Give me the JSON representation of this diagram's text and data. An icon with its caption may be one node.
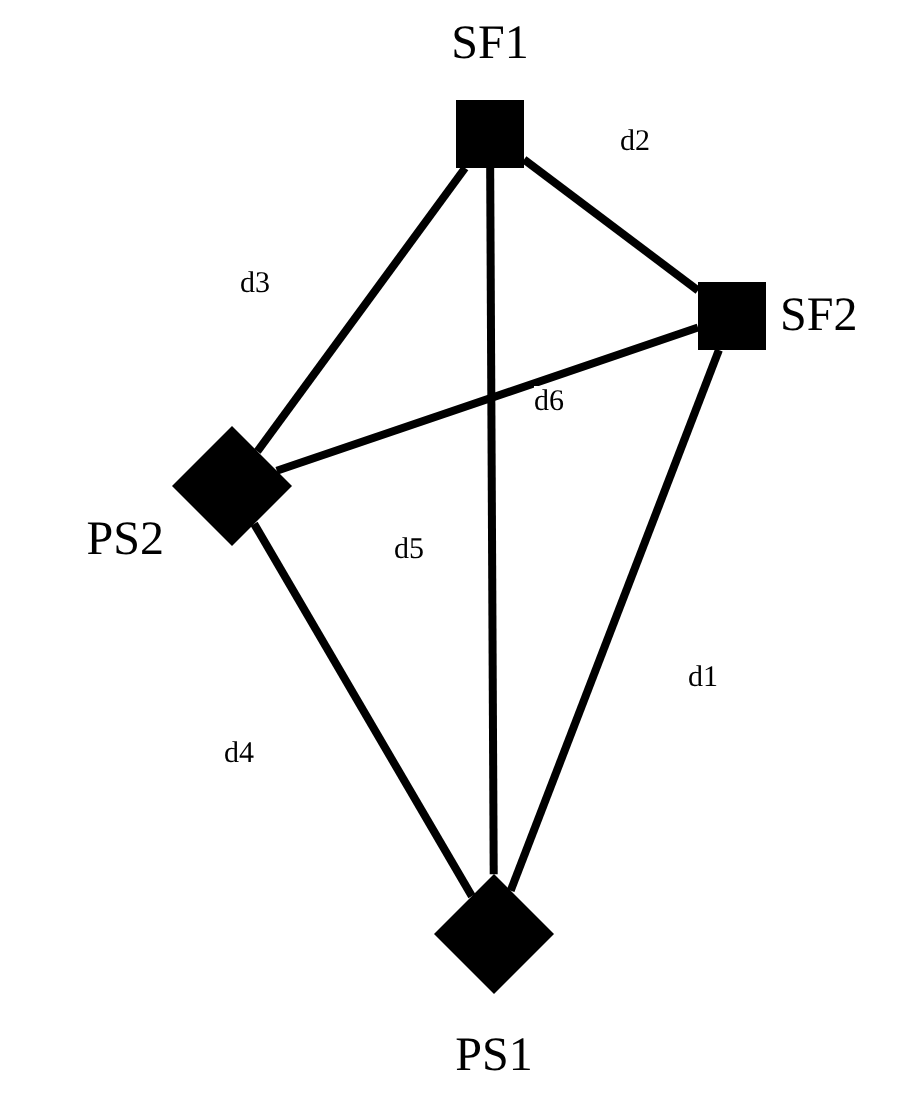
{
  "diagram": {
    "nodes": [
      {
        "text": [
          "SF1"
        ]
      },
      {
        "text": [
          "SF2"
        ]
      },
      {
        "text": [
          "PS2"
        ]
      },
      {
        "text": [
          "PS1"
        ]
      }
    ],
    "edges": [
      {
        "from": 0,
        "to": 1,
        "arrow": "none",
        "label": "d2"
      },
      {
        "from": 0,
        "to": 2,
        "arrow": "none",
        "label": "d3"
      },
      {
        "from": 0,
        "to": 3,
        "arrow": "none",
        "label": "d5"
      },
      {
        "from": 1,
        "to": 2,
        "arrow": "none",
        "label": "d6"
      },
      {
        "from": 1,
        "to": 3,
        "arrow": "none",
        "label": "d1"
      },
      {
        "from": 2,
        "to": 3,
        "arrow": "none",
        "label": "d4"
      }
    ]
  }
}
